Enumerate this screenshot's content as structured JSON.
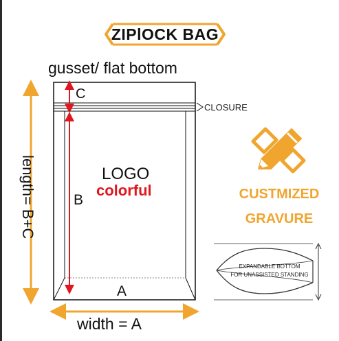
{
  "title": "ZIPlOCK BAG",
  "gusset_label": "gusset/ flat bottom",
  "closure_label": "CLOSURE",
  "dimension_c": "C",
  "dimension_b": "B",
  "dimension_a": "A",
  "logo_text": "LOGO",
  "colorful_text": "colorful",
  "length_label": "length= B+C",
  "width_label": "width = A",
  "customized_text": "CUSTMIZED",
  "gravure_text": "GRAVURE",
  "expandable_line1": "EXPANDABLE BOTTOM",
  "expandable_line2": "FOR UNASSISTED STANDING",
  "icons": [
    "pencil-ruler-icon"
  ],
  "colors": {
    "accent_orange": "#f0a52f",
    "arrow_red": "#e0171f",
    "text_dark": "#111111"
  }
}
